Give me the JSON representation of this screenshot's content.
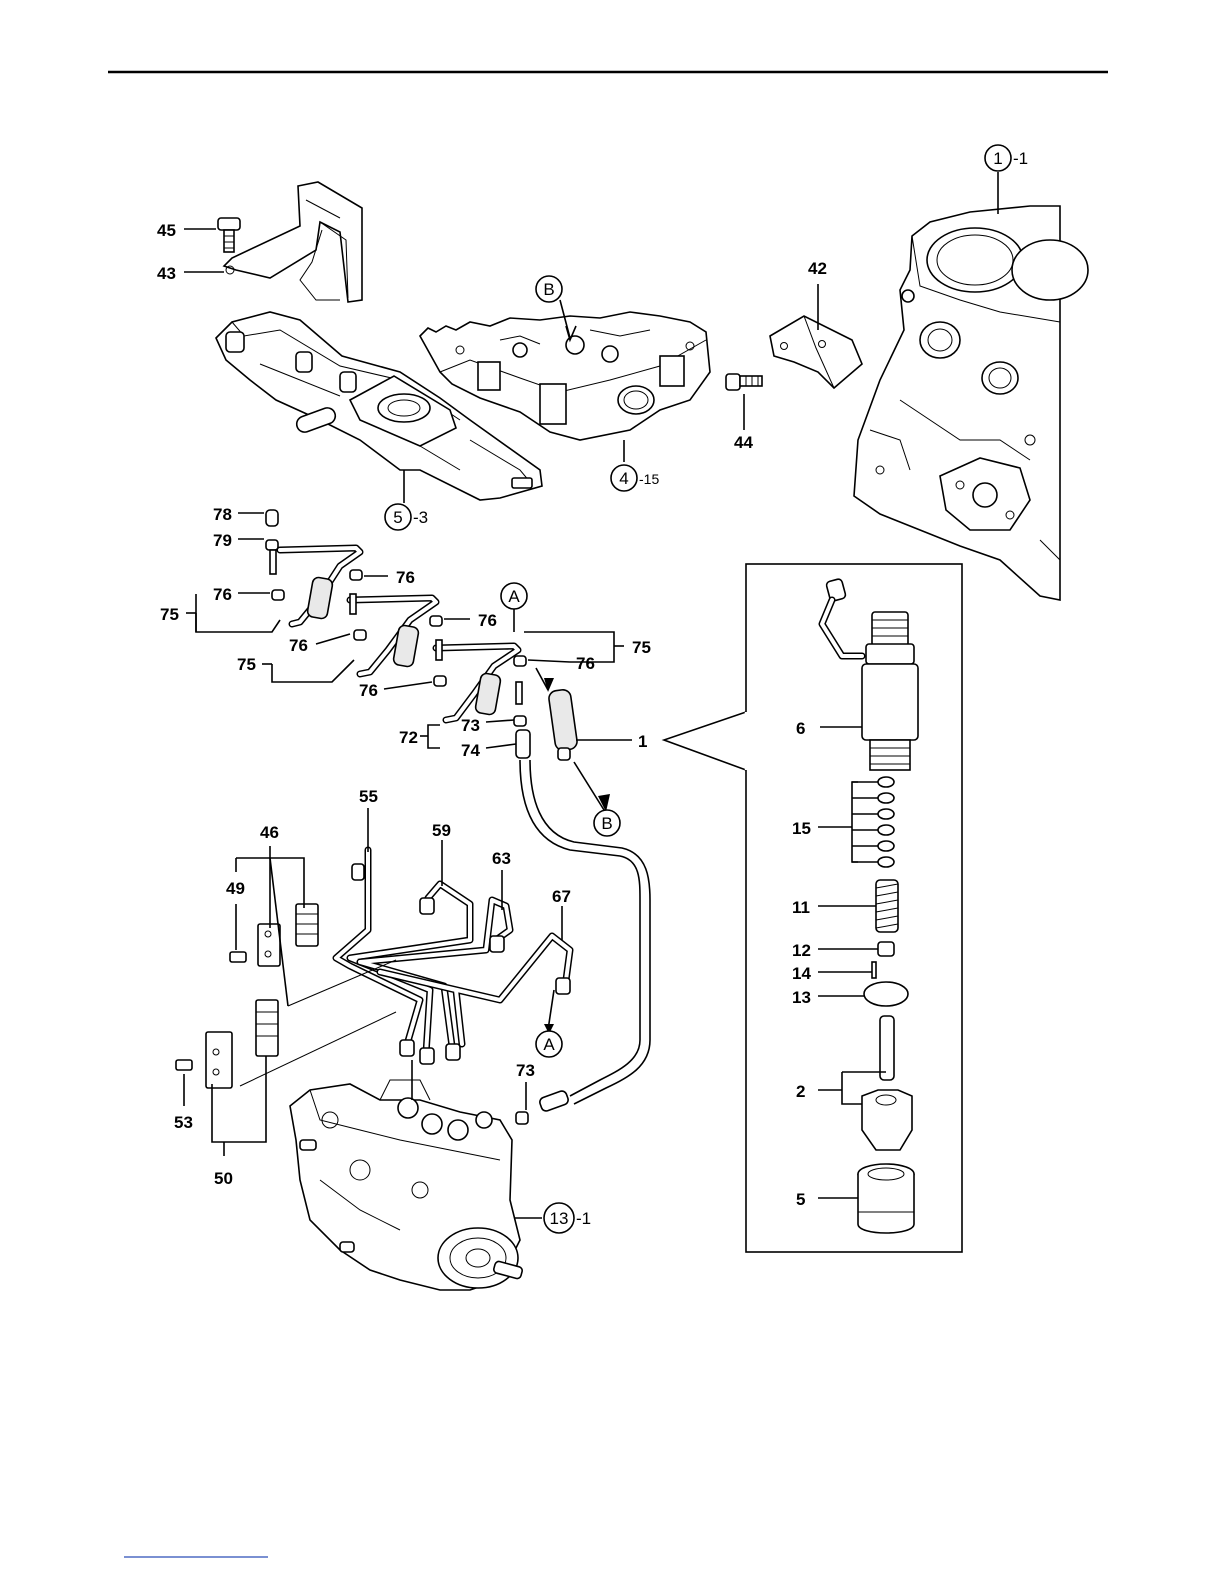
{
  "callouts": {
    "c45": "45",
    "c43": "43",
    "c42": "42",
    "c44": "44",
    "c78": "78",
    "c79": "79",
    "c76a": "76",
    "c76b": "76",
    "c76c": "76",
    "c76d": "76",
    "c76e": "76",
    "c76f": "76",
    "c75a": "75",
    "c75b": "75",
    "c75c": "75",
    "c73a": "73",
    "c74": "74",
    "c72": "72",
    "c1": "1",
    "c55": "55",
    "c46": "46",
    "c59": "59",
    "c63": "63",
    "c67": "67",
    "c49": "49",
    "c73b": "73",
    "c53": "53",
    "c50": "50",
    "c6": "6",
    "c15": "15",
    "c11": "11",
    "c12": "12",
    "c14": "14",
    "c13": "13",
    "c2": "2",
    "c5": "5"
  },
  "references": {
    "r1": {
      "num": "1",
      "suffix": "-1"
    },
    "r4": {
      "num": "4",
      "suffix": "-15"
    },
    "r5": {
      "num": "5",
      "suffix": "-3"
    },
    "r13": {
      "num": "13",
      "suffix": "-1"
    }
  },
  "markers": {
    "b_top": "B",
    "a_top": "A",
    "b_bottom": "B",
    "a_bottom": "A"
  }
}
